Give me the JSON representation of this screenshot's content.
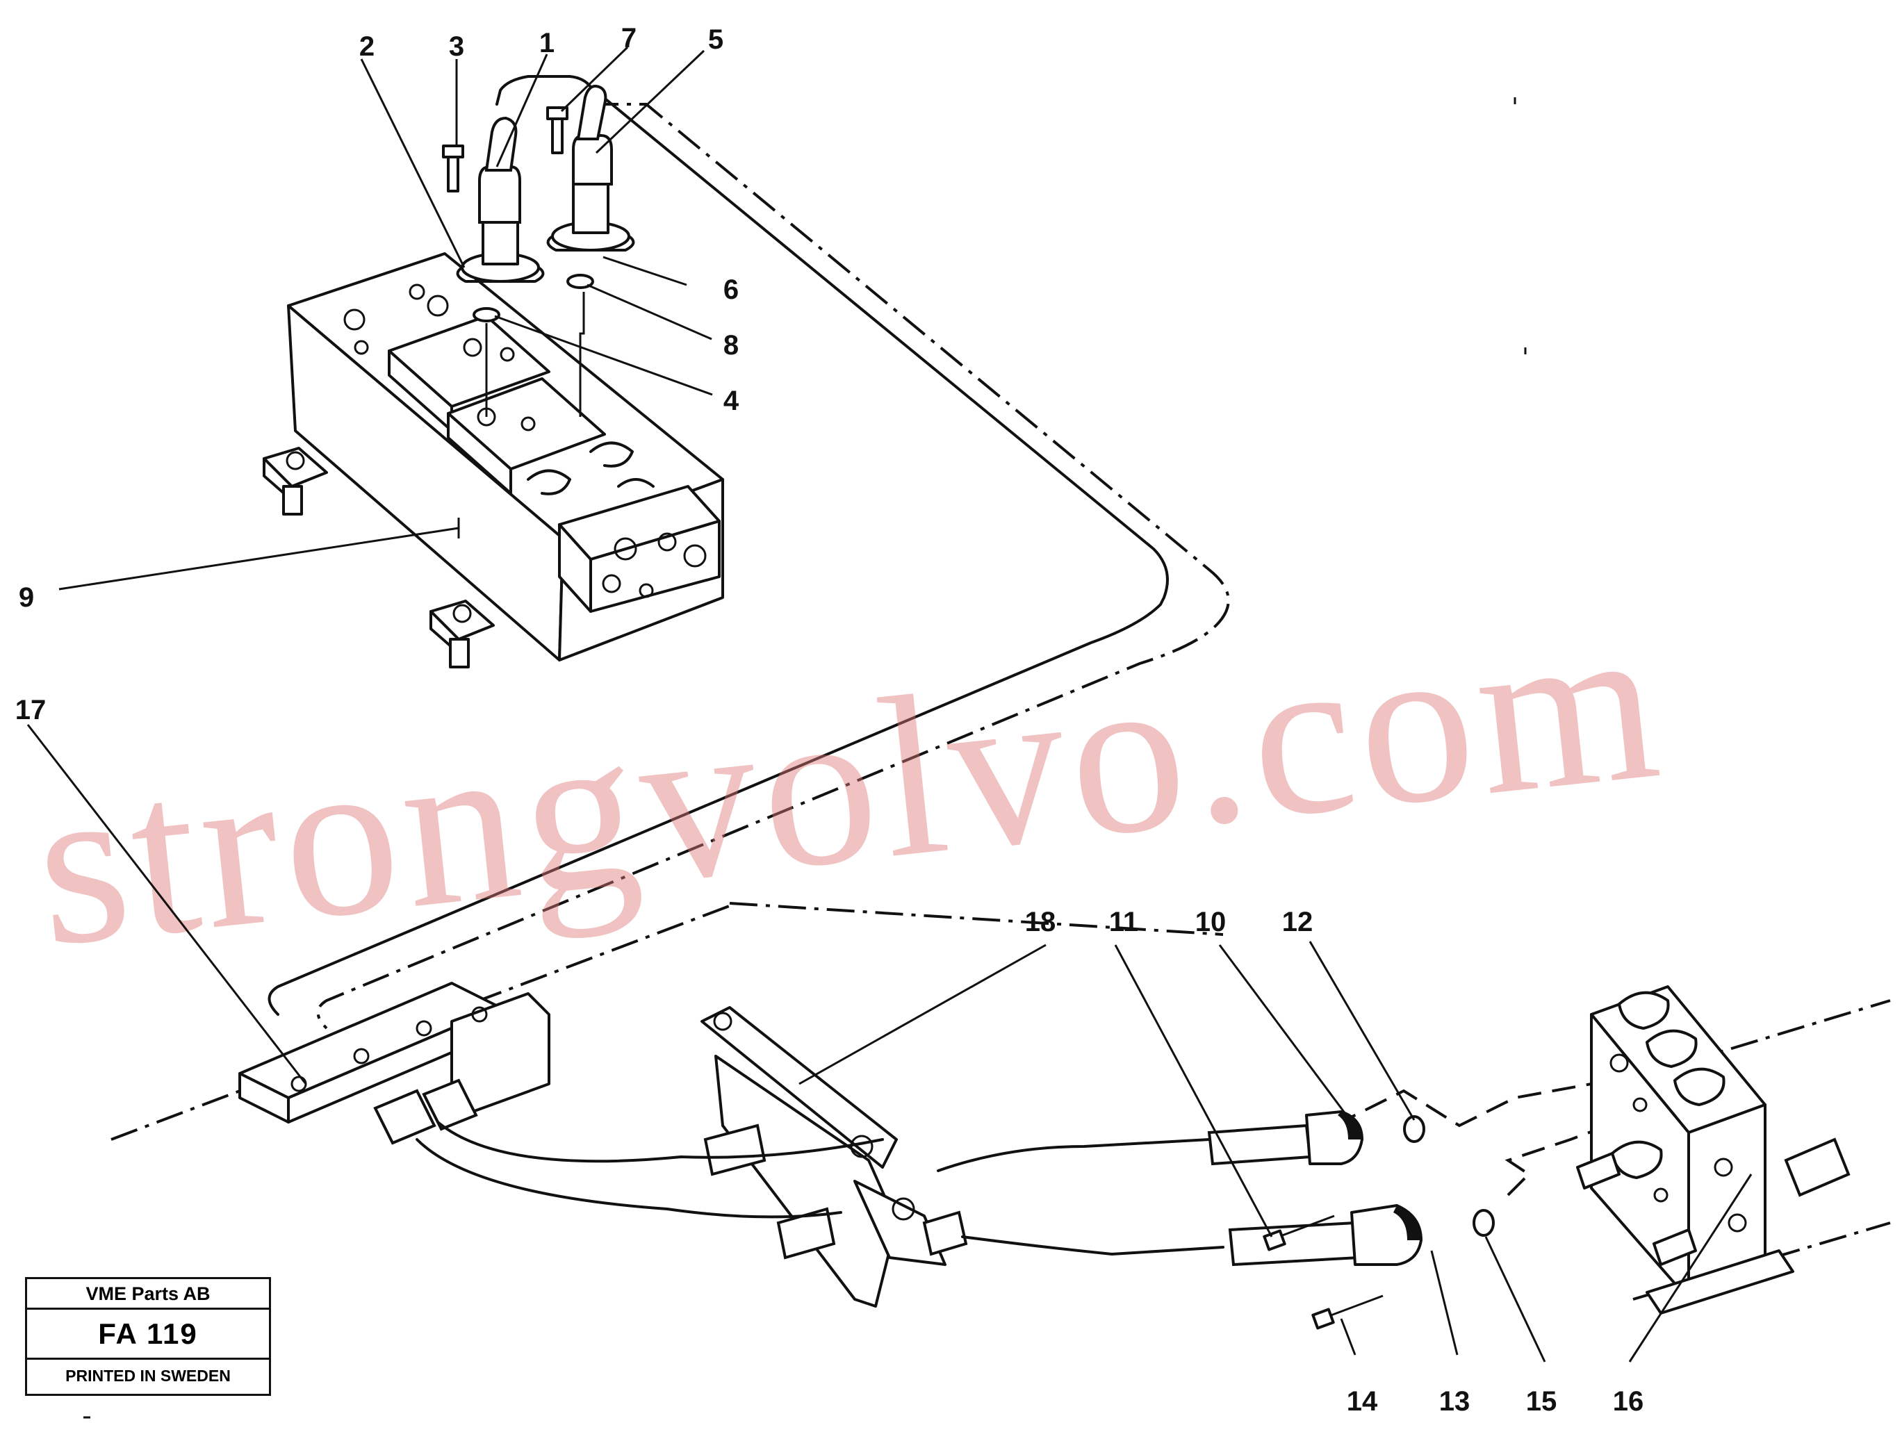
{
  "callouts": [
    {
      "id": "1",
      "label": "1"
    },
    {
      "id": "2",
      "label": "2"
    },
    {
      "id": "3",
      "label": "3"
    },
    {
      "id": "4",
      "label": "4"
    },
    {
      "id": "5",
      "label": "5"
    },
    {
      "id": "6",
      "label": "6"
    },
    {
      "id": "7",
      "label": "7"
    },
    {
      "id": "8",
      "label": "8"
    },
    {
      "id": "9",
      "label": "9"
    },
    {
      "id": "10",
      "label": "10"
    },
    {
      "id": "11",
      "label": "11"
    },
    {
      "id": "12",
      "label": "12"
    },
    {
      "id": "13",
      "label": "13"
    },
    {
      "id": "14",
      "label": "14"
    },
    {
      "id": "15",
      "label": "15"
    },
    {
      "id": "16",
      "label": "16"
    },
    {
      "id": "17",
      "label": "17"
    },
    {
      "id": "18",
      "label": "18"
    }
  ],
  "title_block": {
    "company": "VME Parts AB",
    "code": "FA 119",
    "printed": "PRINTED IN SWEDEN"
  },
  "watermark": "strongvolvo.com"
}
